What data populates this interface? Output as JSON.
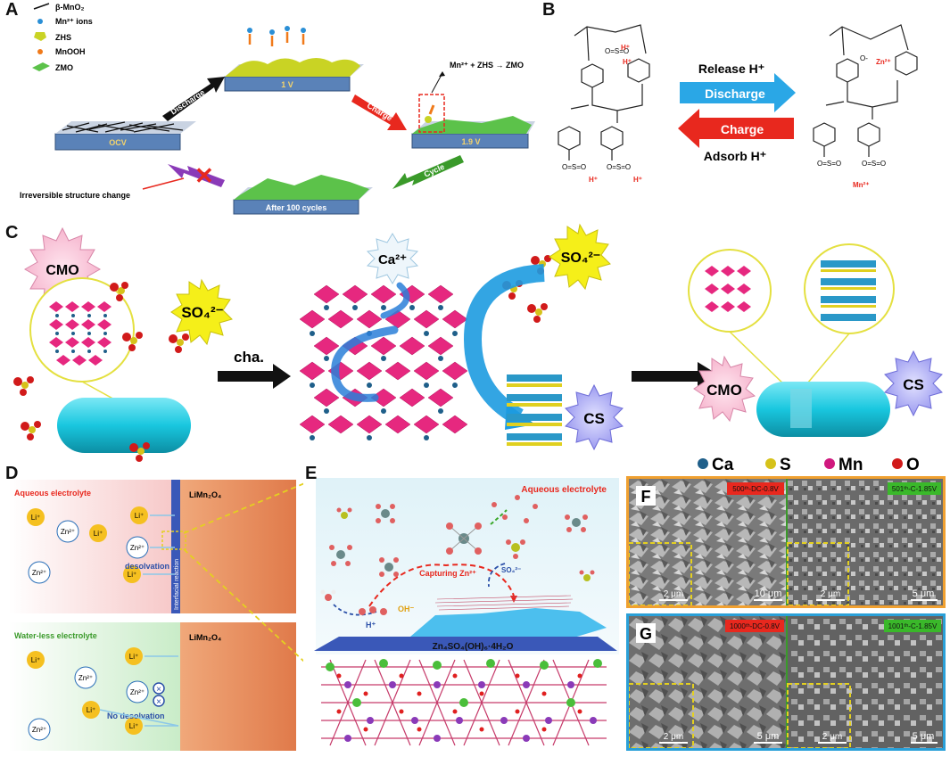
{
  "panels": {
    "A": {
      "label": "A",
      "legend": [
        "β-MnO₂",
        "Mn²⁺ ions",
        "ZHS",
        "MnOOH",
        "ZMO"
      ],
      "stages": {
        "ocv": "OCV",
        "v1": "1 V",
        "v19": "1.9 V",
        "after": "After 100 cycles"
      },
      "arrows": {
        "discharge": "Discharge",
        "charge": "Charge",
        "cycle": "Cycle"
      },
      "reaction": "Mn²⁺ + ZHS → ZMO",
      "irreversible": "Irreversible structure change"
    },
    "B": {
      "label": "B",
      "release": "Release H⁺",
      "discharge": "Discharge",
      "charge": "Charge",
      "adsorb": "Adsorb H⁺",
      "h_plus": "H⁺",
      "zn": "Zn²⁺",
      "mn": "Mn²⁺"
    },
    "C": {
      "label": "C",
      "cmo": "CMO",
      "so4": "SO₄²⁻",
      "cha": "cha.",
      "ca": "Ca²⁺",
      "cs": "CS"
    },
    "D": {
      "label": "D",
      "aqueous": "Aqueous electrolyte",
      "waterless": "Water-less electrolyte",
      "cathode": "LiMn₂O₄",
      "interfacial": "Interfacial reaction",
      "desolvation": "desolvation",
      "no_desolvation": "No desolvation",
      "li": "Li⁺",
      "zn": "Zn²⁺"
    },
    "E": {
      "label": "E",
      "aqueous": "Aqueous electrolyte",
      "capturing": "Capturing Zn²⁺",
      "so4": "SO₄²⁻",
      "oh": "OH⁻",
      "h": "H⁺",
      "product": "Zn₄SO₄(OH)₆·4H₂O"
    },
    "legend_elements": [
      {
        "symbol": "Ca",
        "color": "#1f5f8a"
      },
      {
        "symbol": "S",
        "color": "#d6c21a"
      },
      {
        "symbol": "Mn",
        "color": "#d0187e"
      },
      {
        "symbol": "O",
        "color": "#d11a1a"
      }
    ],
    "F": {
      "label": "F",
      "tag_left": "500ᵗʰ-DC-0.8V",
      "tag_right": "501ᵗʰ-C-1.85V",
      "scale_inset_left": "2 μm",
      "scale_main_left": "10 μm",
      "scale_inset_right": "2 μm",
      "scale_main_right": "5 μm"
    },
    "G": {
      "label": "G",
      "tag_left": "1000ᵗʰ-DC-0.8V",
      "tag_right": "1001ᵗʰ-C-1.85V",
      "scale_inset_left": "2 μm",
      "scale_main_left": "5 μm",
      "scale_inset_right": "2 μm",
      "scale_main_right": "5 μm"
    }
  },
  "colors": {
    "discharge_arrow": "#2aa7e6",
    "charge_arrow": "#e8281e",
    "cyan_rod": "#19c7df",
    "pink_octa": "#e6287f",
    "panel_F_border": "#f0a030",
    "panel_G_border": "#2aa0d8"
  }
}
